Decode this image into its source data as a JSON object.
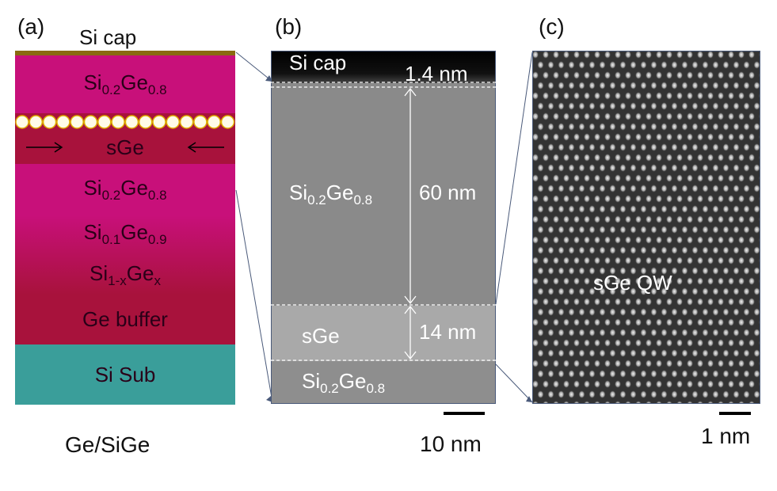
{
  "panels": {
    "a": {
      "letter": "(a)"
    },
    "b": {
      "letter": "(b)"
    },
    "c": {
      "letter": "(c)"
    }
  },
  "stack": {
    "si_cap_label": "Si cap",
    "layers": {
      "top_sige": {
        "base1": "Si",
        "sub1": "0.2",
        "base2": "Ge",
        "sub2": "0.8",
        "color": "#c8107a"
      },
      "sge": {
        "label": "sGe",
        "color": "#a8123c"
      },
      "mid_sige": {
        "base1": "Si",
        "sub1": "0.2",
        "base2": "Ge",
        "sub2": "0.8",
        "color": "#c8107a"
      },
      "graded_top": {
        "base1": "Si",
        "sub1": "0.1",
        "base2": "Ge",
        "sub2": "0.9"
      },
      "graded_bottom": {
        "base1": "Si",
        "sub1": "1-x",
        "base2": "Ge",
        "sub2": "x"
      },
      "buffer": {
        "label": "Ge buffer",
        "color": "#a8123c"
      },
      "substrate": {
        "label": "Si Sub",
        "color": "#3a9e9a"
      }
    },
    "caption": "Ge/SiGe",
    "cap_color": "#8a6a10"
  },
  "stem": {
    "si_cap_label": "Si cap",
    "si_cap_thickness": "1.4 nm",
    "sige_label": {
      "base1": "Si",
      "sub1": "0.2",
      "base2": "Ge",
      "sub2": "0.8"
    },
    "sige_thickness": "60 nm",
    "sge_label": "sGe",
    "sge_thickness": "14 nm",
    "bottom_label": {
      "base1": "Si",
      "sub1": "0.2",
      "base2": "Ge",
      "sub2": "0.8"
    },
    "scale_label": "10 nm"
  },
  "hrtem": {
    "label": "sGe QW",
    "scale_label": "1 nm"
  }
}
